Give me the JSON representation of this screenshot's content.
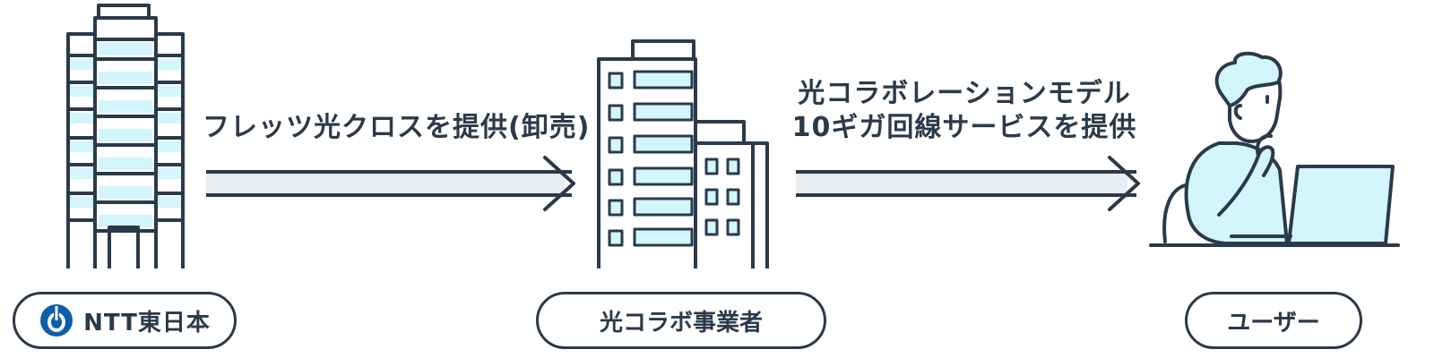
{
  "flows": {
    "wholesale": {
      "label": "フレッツ光クロスを提供(卸売)"
    },
    "retail": {
      "lines": [
        "光コラボレーションモデル",
        "10ギガ回線サービスを提供"
      ]
    }
  },
  "actors": {
    "ntt": {
      "label": "NTT東日本",
      "logo": "ntt-logo-icon"
    },
    "collabo": {
      "label": "光コラボ事業者"
    },
    "user": {
      "label": "ユーザー"
    }
  },
  "colors": {
    "stroke": "#2b3a4a",
    "fill_light": "#d2f6fb",
    "arrow_band": "#e9ecf0",
    "ntt_blue": "#0b5ea8"
  }
}
